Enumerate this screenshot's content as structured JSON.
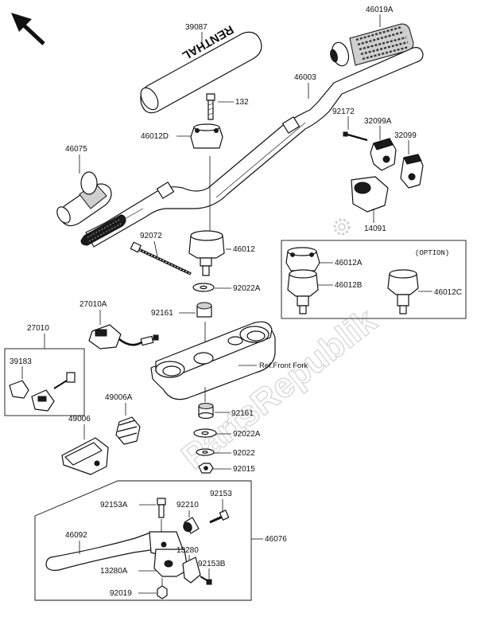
{
  "parts": {
    "p39087": "39087",
    "p46019A": "46019A",
    "p46003": "46003",
    "p132": "132",
    "p46012D": "46012D",
    "p92172": "92172",
    "p32099A": "32099A",
    "p32099": "32099",
    "p46075": "46075",
    "p14091": "14091",
    "p92072": "92072",
    "p46012": "46012",
    "p46012A": "46012A",
    "p46012B": "46012B",
    "p46012C": "46012C",
    "p92022A_top": "92022A",
    "p27010A": "27010A",
    "p92161_top": "92161",
    "p27010": "27010",
    "p39183": "39183",
    "p49006A": "49006A",
    "p92161_bot": "92161",
    "p49006": "49006",
    "p92022A_bot": "92022A",
    "p92022": "92022",
    "p92015": "92015",
    "p92153": "92153",
    "p92153A": "92153A",
    "p92210": "92210",
    "p46092": "46092",
    "p46076": "46076",
    "p13280": "13280",
    "p13280A": "13280A",
    "p92153B": "92153B",
    "p92019": "92019"
  },
  "option_label": "(OPTION)",
  "ref_front_fork": "Ref.Front Fork",
  "grip_text": "RENTHAL",
  "watermark": "PartsRepublik"
}
